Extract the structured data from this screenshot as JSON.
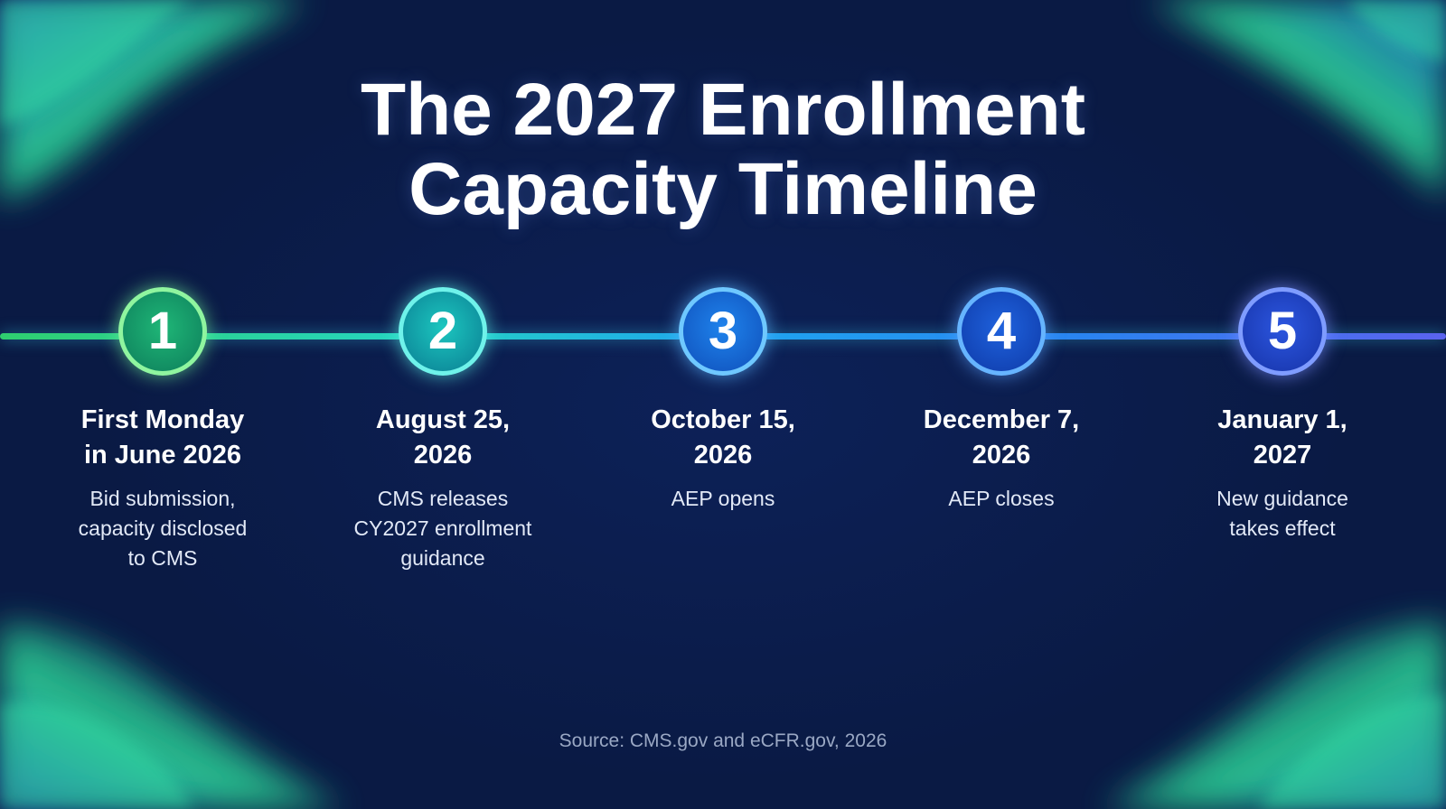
{
  "title": {
    "line1": "The 2027 Enrollment",
    "line2": "Capacity Timeline"
  },
  "steps": [
    {
      "number": "1",
      "date_line1": "First Monday",
      "date_line2": "in June 2026",
      "desc_line1": "Bid submission,",
      "desc_line2": "capacity disclosed",
      "desc_line3": "to CMS"
    },
    {
      "number": "2",
      "date_line1": "August 25,",
      "date_line2": "2026",
      "desc_line1": "CMS releases",
      "desc_line2": "CY2027 enrollment",
      "desc_line3": "guidance"
    },
    {
      "number": "3",
      "date_line1": "October 15,",
      "date_line2": "2026",
      "desc_line1": "AEP opens",
      "desc_line2": "",
      "desc_line3": ""
    },
    {
      "number": "4",
      "date_line1": "December 7,",
      "date_line2": "2026",
      "desc_line1": "AEP closes",
      "desc_line2": "",
      "desc_line3": ""
    },
    {
      "number": "5",
      "date_line1": "January 1,",
      "date_line2": "2027",
      "desc_line1": "New guidance",
      "desc_line2": "takes effect",
      "desc_line3": ""
    }
  ],
  "source": "Source: CMS.gov and eCFR.gov, 2026",
  "colors": {
    "background": "#0a1a44",
    "line_start": "#2fcf6f",
    "line_mid": "#1ea6ef",
    "line_end": "#5b63ee"
  }
}
